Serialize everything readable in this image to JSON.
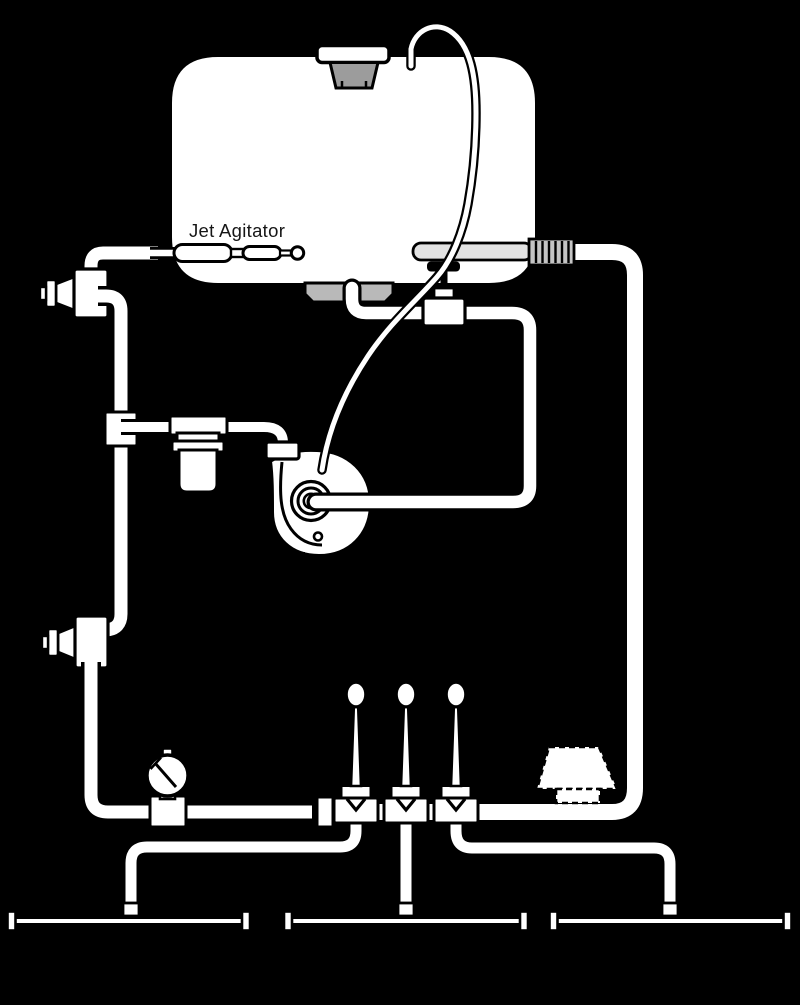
{
  "diagram": {
    "title_label": "Jet Agitator",
    "colors": {
      "bg": "#000000",
      "ink": "#000000",
      "paper": "#ffffff",
      "liquid": "#b9b9b9",
      "cap": "#9c9c9c",
      "return_pipe": "#e2e2e2",
      "rib": "#c4c4c4",
      "label": "#161616"
    },
    "components": [
      "tank",
      "filler-cap",
      "jet-agitator",
      "agitation-hose",
      "suction-line",
      "cone-coupler-upper",
      "cone-coupler-lower",
      "line-strainer",
      "centrifugal-pump",
      "shutoff-valve",
      "pressure-gauge",
      "boom-section-valve-1",
      "boom-section-valve-2",
      "boom-section-valve-3",
      "return-line-dashed",
      "foam-marker",
      "boom-left",
      "boom-center",
      "boom-right",
      "nozzles"
    ]
  }
}
